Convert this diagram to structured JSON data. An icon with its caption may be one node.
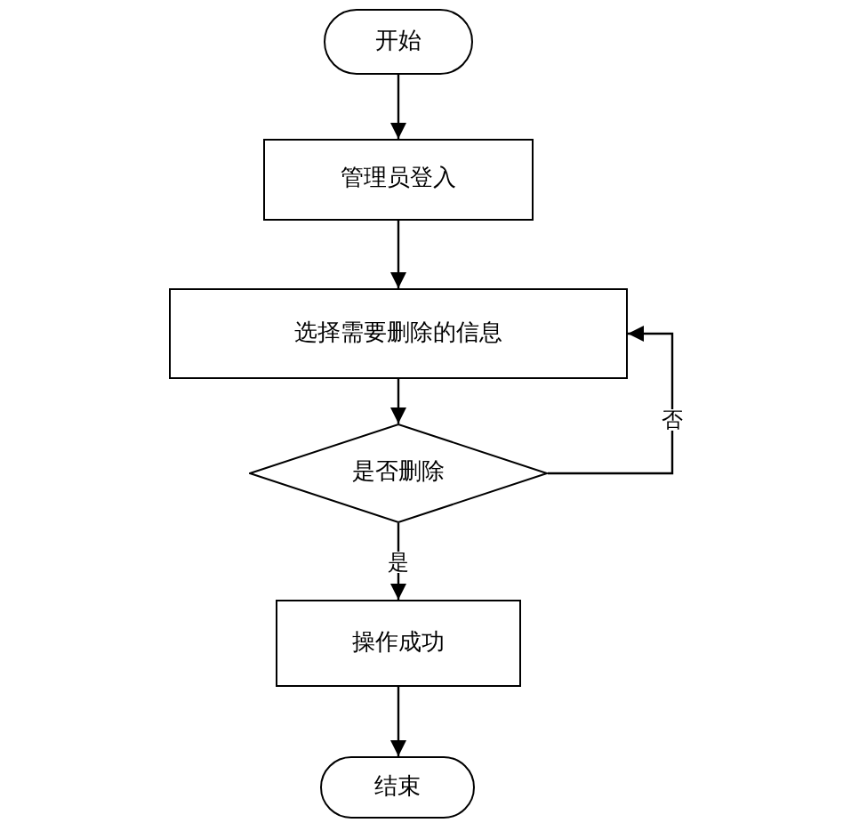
{
  "diagram": {
    "nodes": [
      {
        "text": [
          "开始"
        ]
      },
      {
        "text": [
          "管理员登入"
        ]
      },
      {
        "text": [
          "选择需要删除的信息"
        ]
      },
      {
        "text": [
          "是否删除"
        ]
      },
      {
        "text": [
          "操作成功"
        ]
      },
      {
        "text": [
          "结束"
        ]
      }
    ],
    "edges": [
      {
        "from": 0,
        "to": 1,
        "arrow": "to"
      },
      {
        "from": 1,
        "to": 2,
        "arrow": "to"
      },
      {
        "from": 2,
        "to": 3,
        "arrow": "to"
      },
      {
        "from": 3,
        "to": 4,
        "arrow": "to",
        "label": "是"
      },
      {
        "from": 3,
        "to": 2,
        "arrow": "to",
        "label": "否"
      },
      {
        "from": 4,
        "to": 5,
        "arrow": "to"
      }
    ]
  }
}
